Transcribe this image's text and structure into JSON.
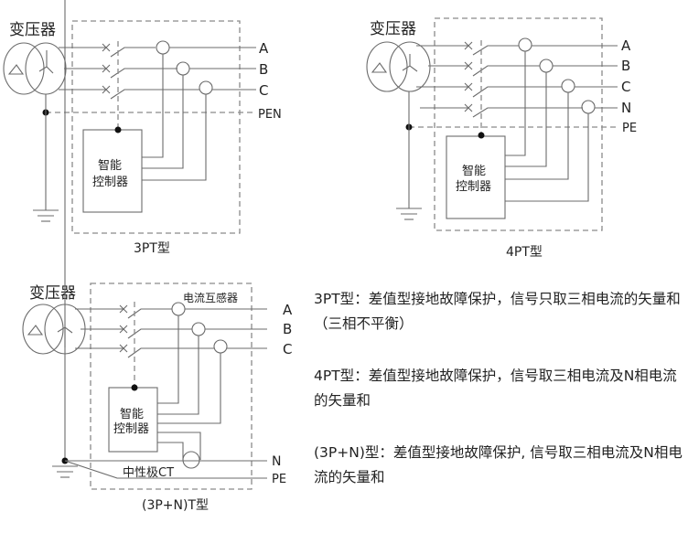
{
  "diagrams": [
    {
      "transformer_label": "变压器",
      "controller_label_line1": "智能",
      "controller_label_line2": "控制器",
      "lines": [
        "A",
        "B",
        "C",
        "PEN"
      ],
      "caption": "3PT型"
    },
    {
      "transformer_label": "变压器",
      "controller_label_line1": "智能",
      "controller_label_line2": "控制器",
      "lines": [
        "A",
        "B",
        "C",
        "N",
        "PE"
      ],
      "caption": "4PT型"
    },
    {
      "transformer_label": "变压器",
      "ct_label": "电流互感器",
      "controller_label_line1": "智能",
      "controller_label_line2": "控制器",
      "neutral_ct_label": "中性极CT",
      "lines": [
        "A",
        "B",
        "C",
        "N",
        "PE"
      ],
      "caption": "(3P+N)T型"
    }
  ],
  "descriptions": [
    {
      "title": "3PT型",
      "text": "：差值型接地故障保护，信号只取三相电流的矢量和（三相不平衡）"
    },
    {
      "title": "4PT型",
      "text": "：差值型接地故障保护，信号取三相电流及N相电流的矢量和"
    },
    {
      "title": "(3P+N)型",
      "text": "：差值型接地故障保护, 信号取三相电流及N相电流的矢量和"
    }
  ],
  "icons": {
    "delta_winding": "△",
    "wye_winding": "Y",
    "breaker": "×",
    "ground": "ground-symbol"
  }
}
